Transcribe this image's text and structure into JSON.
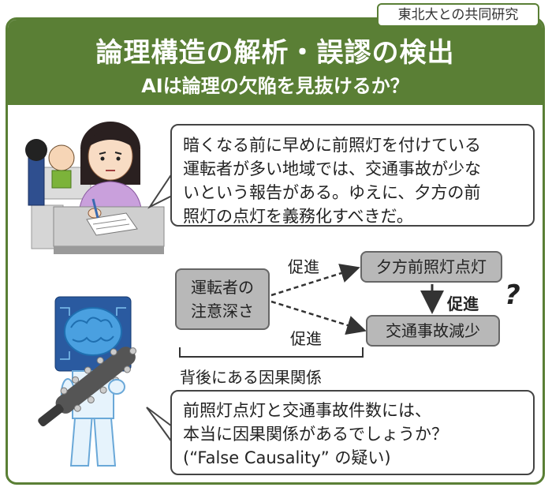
{
  "header": {
    "title": "論理構造の解析・誤謬の検出",
    "subtitle": "AIは論理の欠陥を見抜けるか？",
    "collab_tag": "東北大との共同研究"
  },
  "speech_top": {
    "lines": [
      "暗くなる前に早めに前照灯を付けている",
      "運転者が多い地域では、交通事故が少な",
      "いという報告がある。ゆえに、夕方の前",
      "照灯の点灯を義務化すべきだ。"
    ]
  },
  "diagram": {
    "node_driver_lines": [
      "運転者の",
      "注意深さ"
    ],
    "node_headlight": "夕方前照灯点灯",
    "node_accident": "交通事故減少",
    "edge_label_top": "促進",
    "edge_label_bottom": "促進",
    "edge_label_vertical": "促進",
    "question_mark": "?",
    "background_label": "背後にある因果関係"
  },
  "speech_bottom": {
    "lines": [
      "前照灯点灯と交通事故件数には、",
      "本当に因果関係があるでしょうか？",
      "(“False Causality” の疑い)"
    ]
  },
  "colors": {
    "header_green": "#5a7f35",
    "node_gray": "#b8b8b8",
    "brain_blue": "#4aa0e0"
  }
}
